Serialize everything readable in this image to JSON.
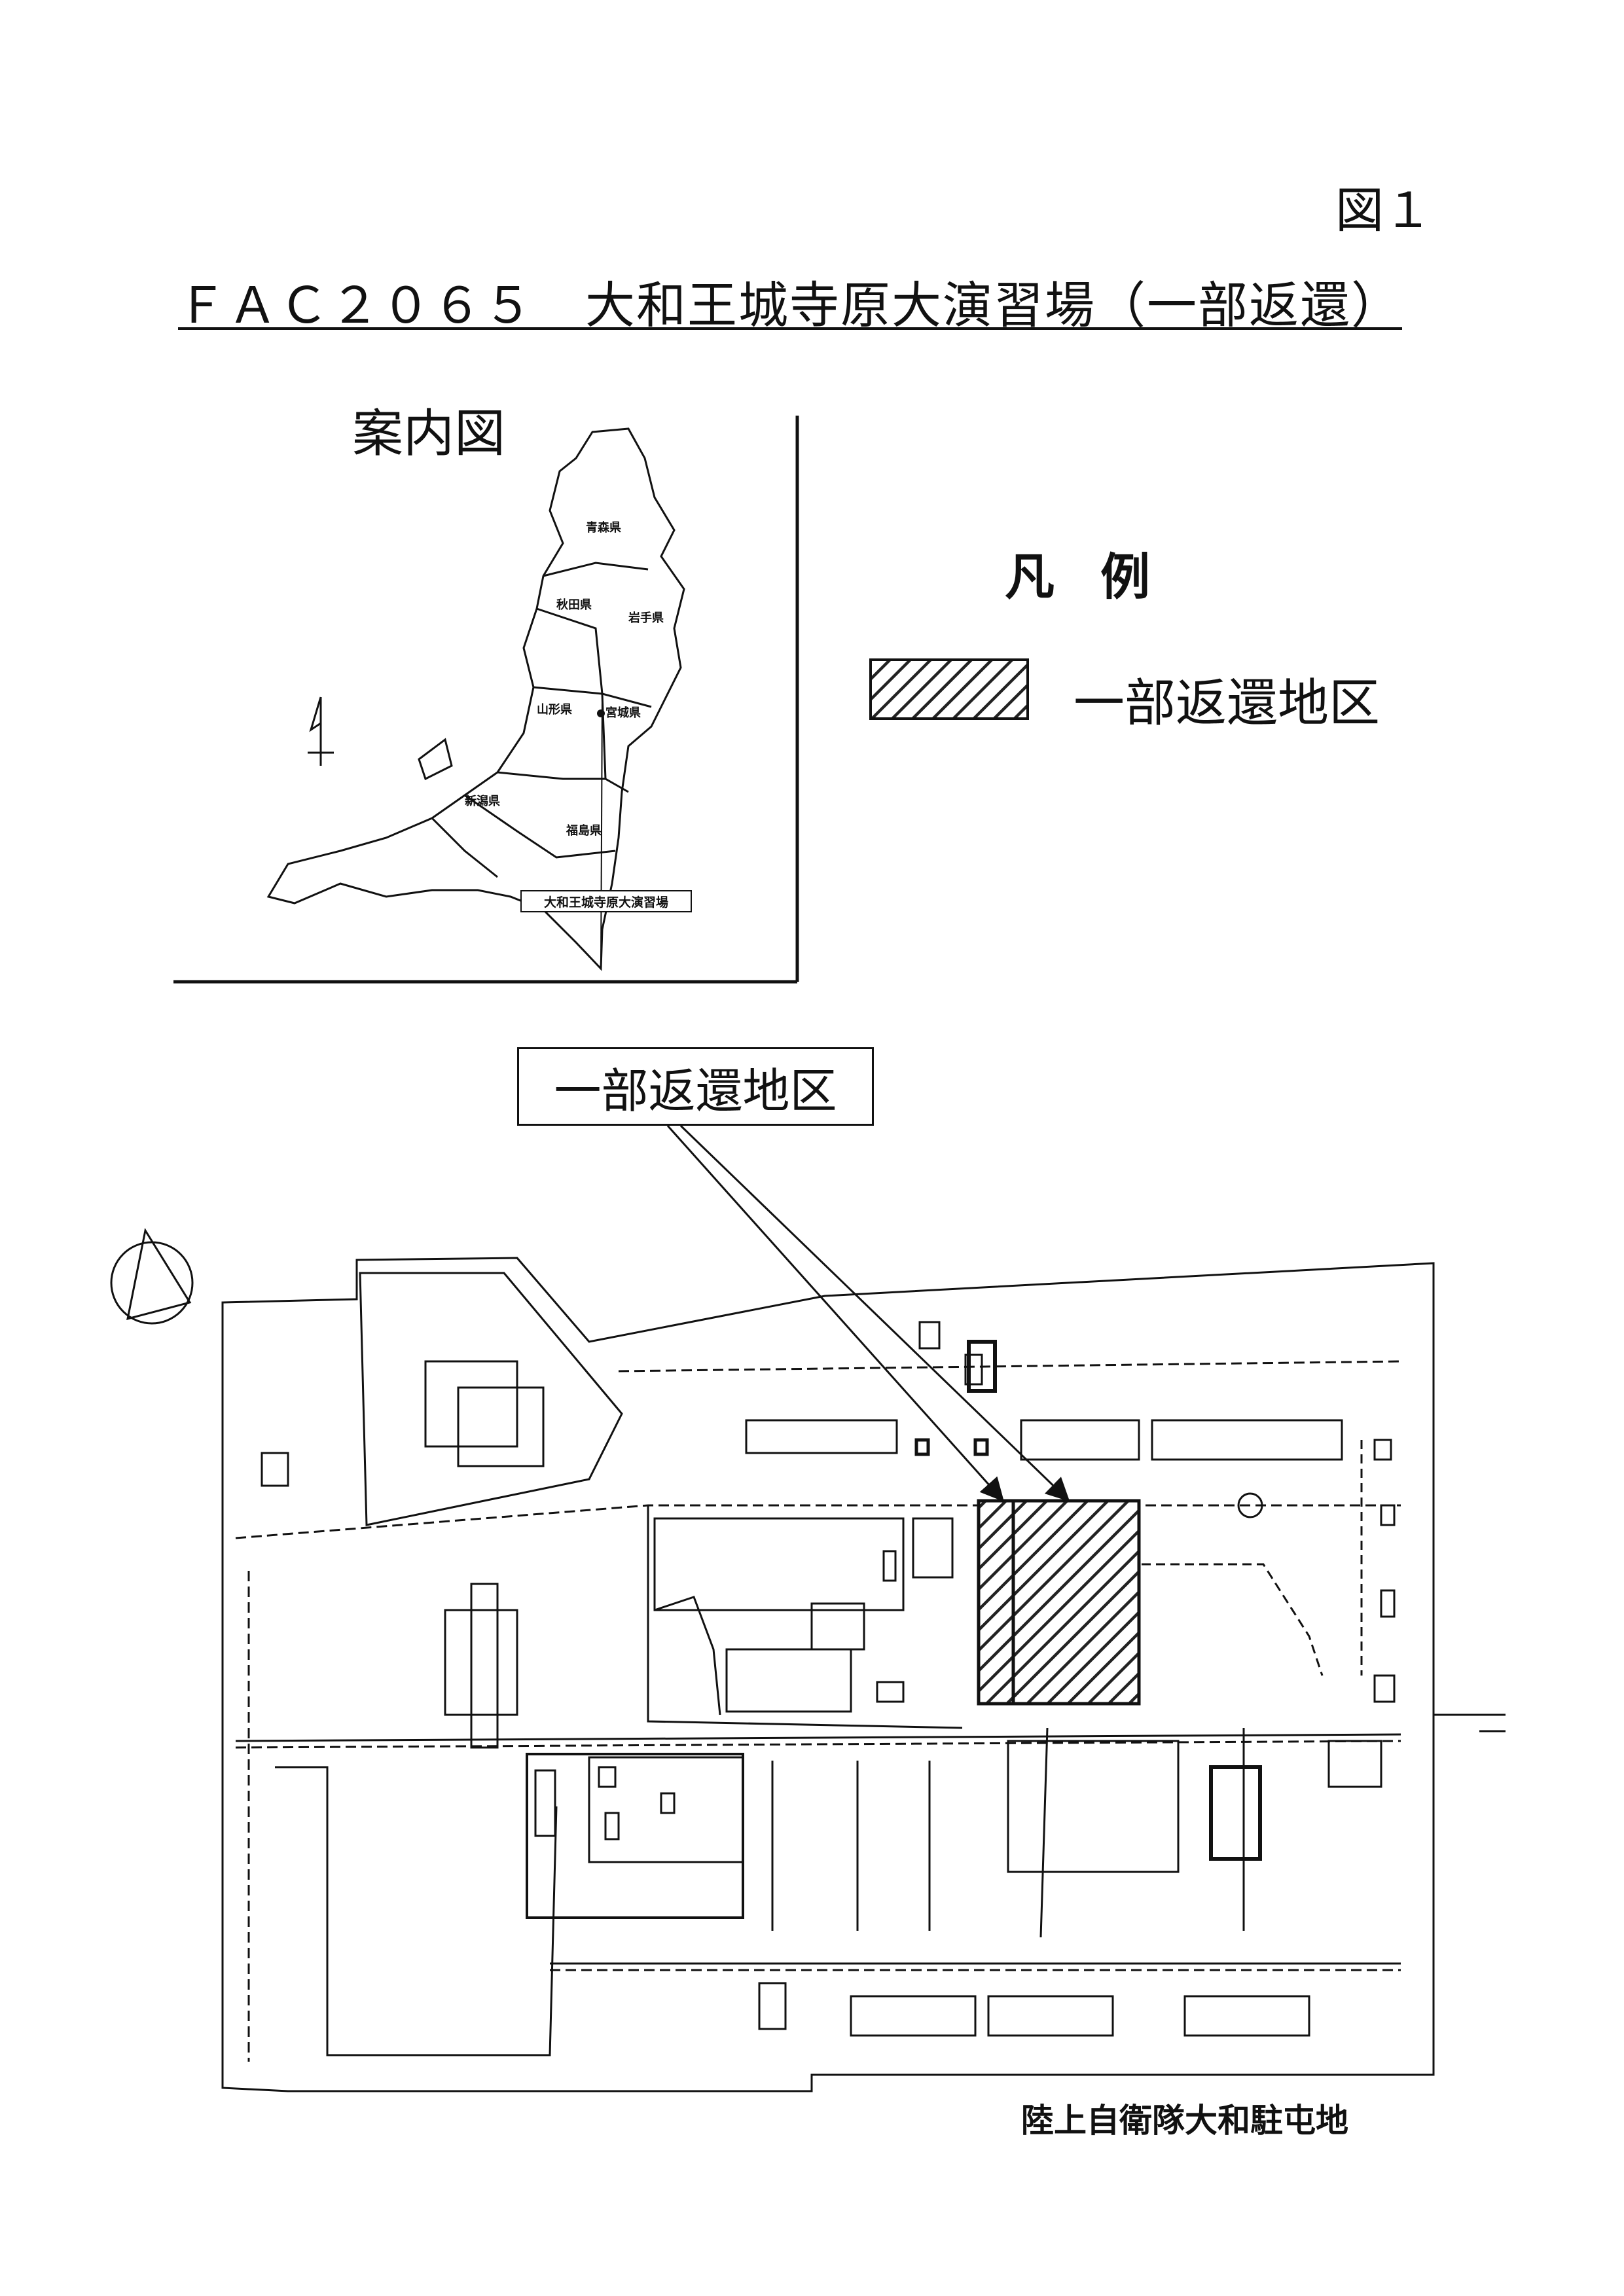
{
  "header": {
    "figure_label": "図１",
    "title": "ＦＡＣ２０６５　大和王城寺原大演習場（一部返還）"
  },
  "guide_map": {
    "title": "案内図",
    "prefectures": [
      "青森県",
      "秋田県",
      "岩手県",
      "山形県",
      "宮城県",
      "新潟県",
      "福島県"
    ],
    "caption": "大和王城寺原大演習場"
  },
  "legend": {
    "title": "凡例",
    "items": [
      {
        "label": "一部返還地区",
        "pattern": "diagonal-hatch"
      }
    ]
  },
  "callout": {
    "label": "一部返還地区"
  },
  "site_plan": {
    "name": "陸上自衛隊大和駐屯地"
  },
  "icons": [
    "north-arrow-icon",
    "compass-circle-icon"
  ],
  "colors": {
    "ink": "#111111",
    "hatch": "#222222",
    "paper": "#ffffff"
  }
}
